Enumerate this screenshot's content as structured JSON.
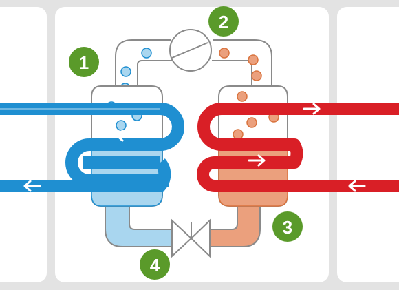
{
  "diagram": {
    "steps": [
      {
        "id": "evaporator",
        "label": "1"
      },
      {
        "id": "compressor",
        "label": "2"
      },
      {
        "id": "condenser",
        "label": "3"
      },
      {
        "id": "expansion-valve",
        "label": "4"
      }
    ],
    "colors": {
      "background": "#e3e3e3",
      "panel": "#ffffff",
      "cold_pipe": "#1f8fd1",
      "hot_pipe": "#d91f26",
      "cold_fluid": "#a9d6ef",
      "hot_fluid": "#eba07d",
      "outline": "#8a8a8a",
      "badge": "#5a9a2a"
    },
    "arrows": [
      "arrow-left-icon",
      "arrow-right-icon"
    ]
  }
}
